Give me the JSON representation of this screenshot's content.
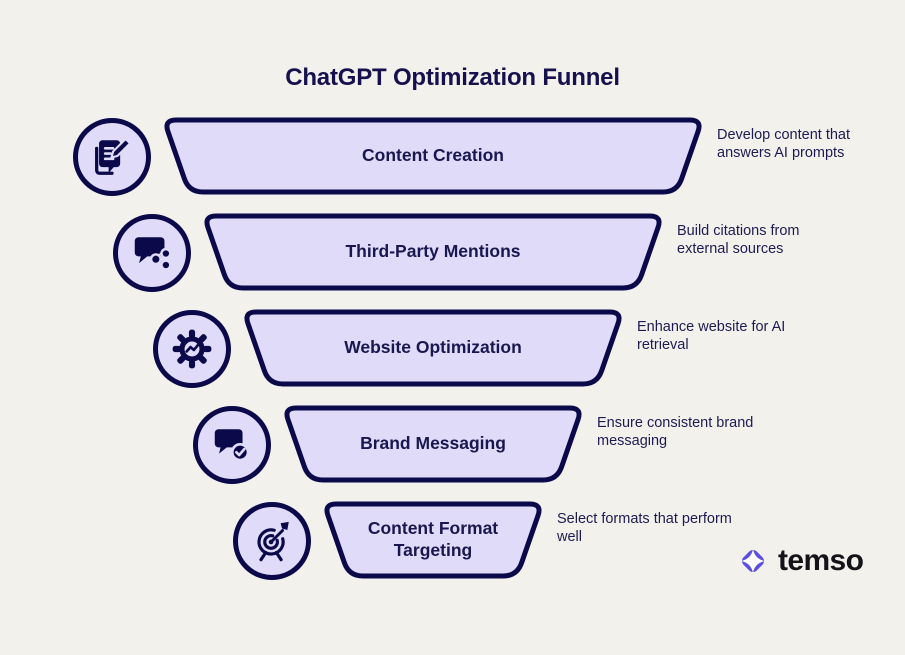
{
  "title": "ChatGPT Optimization Funnel",
  "funnel": {
    "levels": [
      {
        "label": "Content Creation",
        "description": "Develop content that answers AI prompts",
        "icon": "document-pen-icon"
      },
      {
        "label": "Third-Party Mentions",
        "description": "Build citations from external sources",
        "icon": "chat-share-icon"
      },
      {
        "label": "Website Optimization",
        "description": "Enhance website for AI retrieval",
        "icon": "gear-trend-icon"
      },
      {
        "label": "Brand Messaging",
        "description": "Ensure consistent brand messaging",
        "icon": "chat-check-icon"
      },
      {
        "label": "Content Format Targeting",
        "description": "Select formats that perform well",
        "icon": "target-arrow-icon"
      }
    ]
  },
  "brand": {
    "name": "temso",
    "icon": "sparkle-diamond-icon",
    "icon_color": "#5A4FE0"
  },
  "colors": {
    "background": "#F3F1EC",
    "funnel_fill": "#DFDBF8",
    "outline": "#0B094A",
    "heading_text": "#16114E",
    "label_text": "#1A164F",
    "annotation_text": "#1E1B52",
    "brand_text": "#131318"
  }
}
